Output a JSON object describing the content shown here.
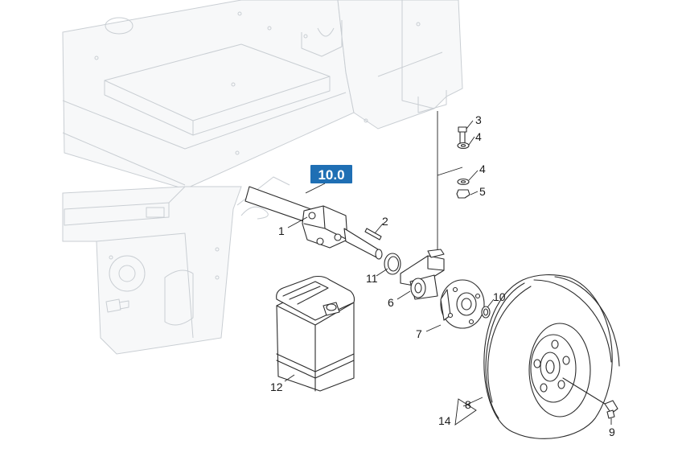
{
  "assembly_badge": {
    "label": "10.0",
    "color": "#1f6fb4"
  },
  "callouts": {
    "c1": "1",
    "c2": "2",
    "c3": "3",
    "c4a": "4",
    "c4b": "4",
    "c5": "5",
    "c6": "6",
    "c7": "7",
    "c8": "8",
    "c9": "9",
    "c10": "10",
    "c11": "11",
    "c12": "12",
    "c14": "14"
  }
}
